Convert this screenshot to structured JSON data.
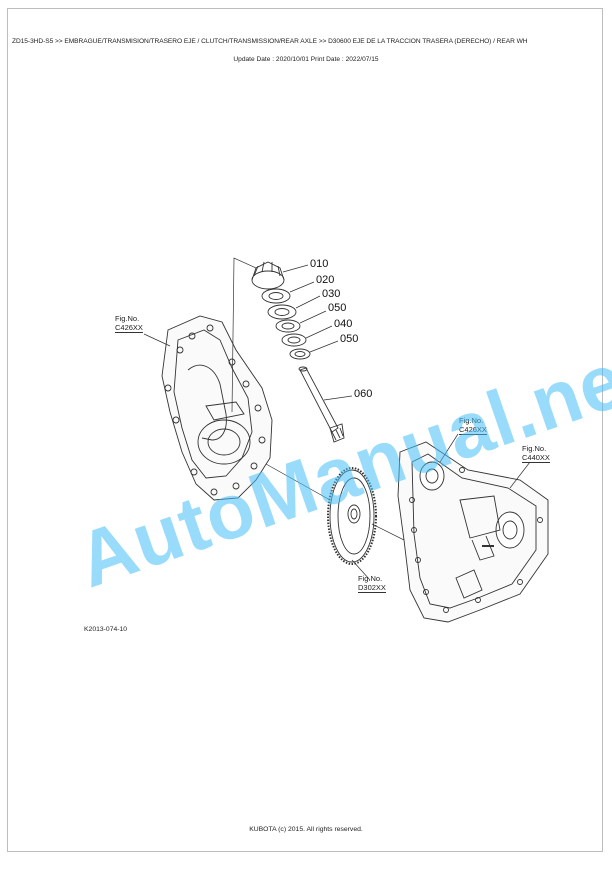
{
  "header": {
    "path": "ZD15-3HD-S5 >> EMBRAGUE/TRANSMISION/TRASERO EJE / CLUTCH/TRANSMISSION/REAR AXLE >> D30600   EJE DE LA TRACCION TRASERA (DERECHO) / REAR WH",
    "dates": "Update Date : 2020/10/01   Print Date : 2022/07/15"
  },
  "figure_refs": [
    {
      "label": "Fig.No.",
      "number": "C426XX"
    },
    {
      "label": "Fig.No.",
      "number": "C426XX"
    },
    {
      "label": "Fig.No.",
      "number": "C440XX"
    },
    {
      "label": "Fig.No.",
      "number": "D302XX"
    }
  ],
  "part_numbers": [
    "010",
    "020",
    "030",
    "050",
    "040",
    "050",
    "060"
  ],
  "diagram_code": "K2013-074-10",
  "footer": "KUBOTA (c) 2015. All rights reserved.",
  "watermark": "AutoManual.net",
  "colors": {
    "watermark": "#46bef5",
    "line": "#333333"
  }
}
